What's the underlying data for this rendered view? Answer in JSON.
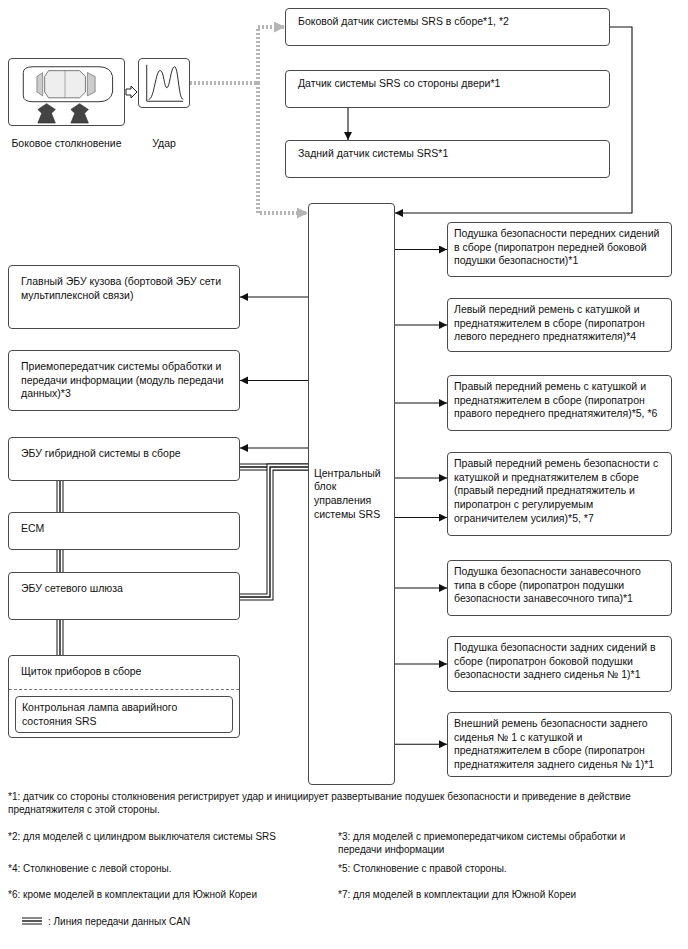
{
  "diagram": {
    "nodes": [
      {
        "text": [
          "Боковое столкновение"
        ]
      },
      {
        "text": [
          "Удар"
        ]
      },
      {
        "text": [
          "Боковой датчик системы SRS в сборе*1, *2"
        ]
      },
      {
        "text": [
          "Датчик системы SRS со стороны двери*1"
        ]
      },
      {
        "text": [
          "Задний датчик системы SRS*1"
        ]
      },
      {
        "text": [
          "Центральный блок управления системы SRS"
        ]
      },
      {
        "text": [
          "Главный ЭБУ кузова (бортовой ЭБУ сети мультиплексной связи)"
        ]
      },
      {
        "text": [
          "Приемопередатчик системы обработки и передачи информации (модуль передачи данных)*3"
        ]
      },
      {
        "text": [
          "ЭБУ гибридной системы в сборе"
        ]
      },
      {
        "text": [
          "ECM"
        ]
      },
      {
        "text": [
          "ЭБУ сетевого шлюза"
        ]
      },
      {
        "text": [
          "Щиток приборов в сборе"
        ]
      },
      {
        "text": [
          "Контрольная лампа аварийного состояния SRS"
        ],
        "in": 11
      },
      {
        "text": [
          "Подушка безопасности передних сидений в сборе (пиропатрон передней боковой подушки безопасности)*1"
        ]
      },
      {
        "text": [
          "Левый передний ремень с катушкой и преднатяжителем в сборе (пиропатрон левого переднего преднатяжителя)*4"
        ]
      },
      {
        "text": [
          "Правый передний ремень с катушкой и преднатяжителем в сборе (пиропатрон правого переднего преднатяжителя)*5, *6"
        ]
      },
      {
        "text": [
          "Правый передний ремень безопасности с катушкой и преднатяжителем в сборе (правый передний преднатяжитель и пиропатрон с регулируемым ограничителем усилия)*5, *7"
        ]
      },
      {
        "text": [
          "Подушка безопасности занавесочного типа в сборе (пиропатрон подушки безопасности занавесочного типа)*1"
        ]
      },
      {
        "text": [
          "Подушка безопасности задних сидений в сборе (пиропатрон боковой подушки безопасности заднего сиденья № 1)*1"
        ]
      },
      {
        "text": [
          "Внешний ремень безопасности заднего сиденья № 1 с катушкой и преднатяжителем в сборе (пиропатрон преднатяжителя заднего сиденья № 1)*1"
        ]
      }
    ],
    "edges": [
      {
        "from": 0,
        "to": 1,
        "arrow": "to"
      },
      {
        "from": 1,
        "to": 2,
        "arrow": "to"
      },
      {
        "from": 1,
        "to": 5,
        "arrow": "to"
      },
      {
        "from": 3,
        "to": 4,
        "arrow": "to"
      },
      {
        "from": 2,
        "to": 5,
        "arrow": "to"
      },
      {
        "from": 5,
        "to": 6,
        "arrow": "to"
      },
      {
        "from": 5,
        "to": 7,
        "arrow": "to"
      },
      {
        "from": 5,
        "to": 8,
        "arrow": "to"
      },
      {
        "from": 5,
        "to": 8,
        "arrow": "none"
      },
      {
        "from": 8,
        "to": 9,
        "arrow": "none"
      },
      {
        "from": 9,
        "to": 10,
        "arrow": "none"
      },
      {
        "from": 10,
        "to": 11,
        "arrow": "none"
      },
      {
        "from": 10,
        "to": 5,
        "arrow": "none"
      },
      {
        "from": 5,
        "to": 13,
        "arrow": "to"
      },
      {
        "from": 5,
        "to": 14,
        "arrow": "to"
      },
      {
        "from": 5,
        "to": 15,
        "arrow": "to"
      },
      {
        "from": 5,
        "to": 16,
        "arrow": "to"
      },
      {
        "from": 5,
        "to": 17,
        "arrow": "to"
      },
      {
        "from": 5,
        "to": 18,
        "arrow": "to"
      },
      {
        "from": 5,
        "to": 19,
        "arrow": "to"
      },
      {
        "from": 5,
        "to": 16,
        "arrow": "to"
      }
    ],
    "labels": [
      "*1: датчик со стороны столкновения регистрирует удар и инициирует развертывание подушек безопасности и приведение в действие преднатяжителя с этой стороны.",
      "*2: для моделей с цилиндром выключателя системы SRS",
      "*3: для моделей с приемопередатчиком системы обработки и передачи информации",
      "*4: Столкновение с левой стороны.",
      "*5: Столкновение с правой стороны.",
      "*6: кроме моделей в комплектации для Южной Кореи",
      "*7: для моделей в комплектации для Южной Кореи"
    ],
    "legend": [
      {
        "text": ": Линия передачи данных CAN"
      }
    ]
  }
}
